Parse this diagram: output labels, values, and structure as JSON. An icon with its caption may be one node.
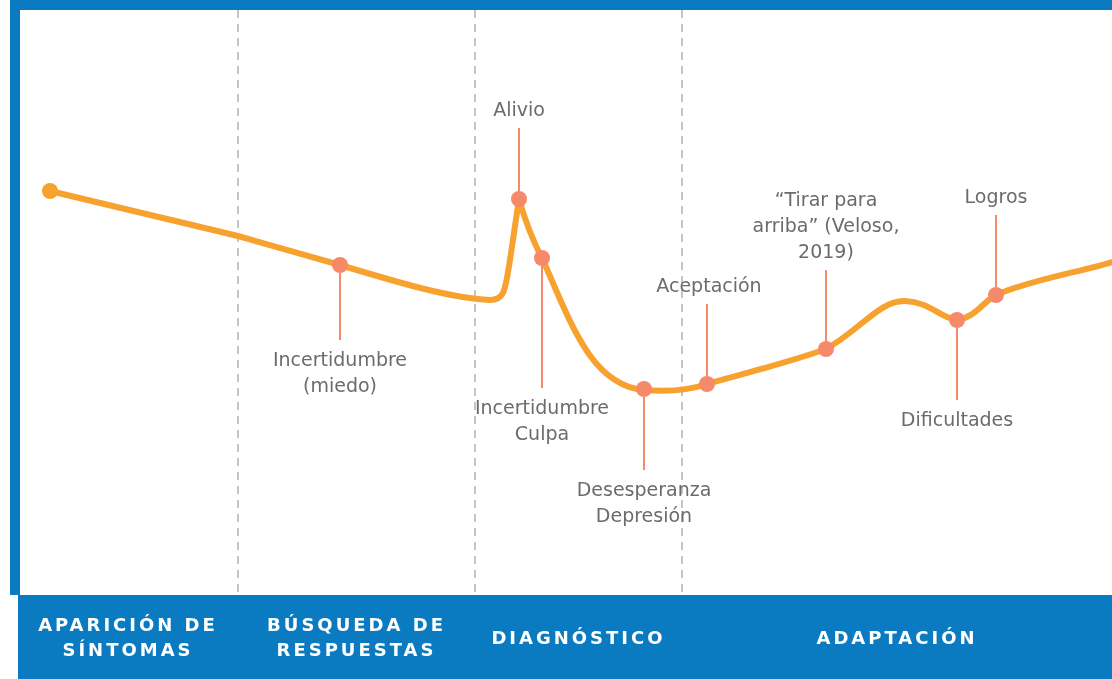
{
  "diagram": {
    "nodes": [
      {
        "text": [
          "APARICIÓN DE SÍNTOMAS"
        ]
      },
      {
        "text": [
          "BÚSQUEDA DE RESPUESTAS"
        ]
      },
      {
        "text": [
          "DIAGNÓSTICO"
        ]
      },
      {
        "text": [
          "ADAPTACIÓN"
        ]
      },
      {
        "text": [
          "Incertidumbre (miedo)"
        ]
      },
      {
        "text": [],
        "shape": "circle"
      },
      {
        "text": [
          "Alivio"
        ]
      },
      {
        "text": [],
        "shape": "circle"
      },
      {
        "text": [
          "Incertidumbre",
          "Culpa"
        ]
      },
      {
        "text": [],
        "shape": "circle"
      },
      {
        "text": [
          "Desesperanza",
          "Depresión"
        ]
      },
      {
        "text": [],
        "shape": "circle"
      },
      {
        "text": [
          "Aceptación"
        ]
      },
      {
        "text": [],
        "shape": "circle"
      },
      {
        "text": [
          "“Tirar para arriba” (Veloso, 2019)"
        ]
      },
      {
        "text": [],
        "shape": "circle"
      },
      {
        "text": [
          "Dificultades"
        ]
      },
      {
        "text": [],
        "shape": "circle"
      },
      {
        "text": [
          "Logros"
        ]
      },
      {
        "text": [],
        "shape": "circle"
      }
    ],
    "edges": [
      {
        "from": 4,
        "to": 5,
        "arrow": "none"
      },
      {
        "from": 6,
        "to": 7,
        "arrow": "none"
      },
      {
        "from": 8,
        "to": 9,
        "arrow": "none"
      },
      {
        "from": 10,
        "to": 11,
        "arrow": "none"
      },
      {
        "from": 12,
        "to": 13,
        "arrow": "none"
      },
      {
        "from": 14,
        "to": 15,
        "arrow": "none"
      },
      {
        "from": 16,
        "to": 17,
        "arrow": "none"
      },
      {
        "from": 18,
        "to": 19,
        "arrow": "none"
      }
    ]
  }
}
